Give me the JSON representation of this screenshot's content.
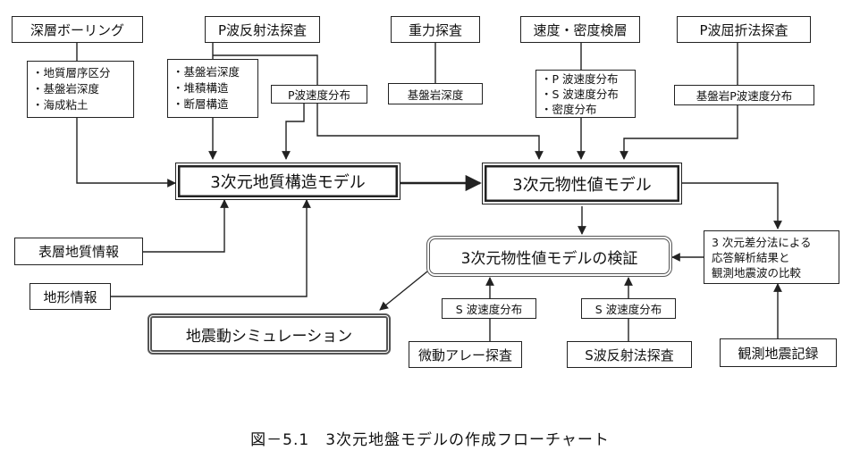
{
  "top_row": {
    "deep_boring": "深層ボーリング",
    "p_reflection": "P波反射法探査",
    "gravity": "重力探査",
    "velocity_logging": "速度・密度検層",
    "p_refraction": "P波屈折法探査"
  },
  "deep_boring_outputs": [
    "・地質層序区分",
    "・基盤岩深度",
    "・海成粘土"
  ],
  "p_reflection_outputs": [
    "・基盤岩深度",
    "・堆積構造",
    "・断層構造"
  ],
  "p_reflection_velocity": "P波速度分布",
  "gravity_output": "基盤岩深度",
  "velocity_outputs": [
    "・P 波速度分布",
    "・S 波速度分布",
    "・密度分布"
  ],
  "refraction_output": "基盤岩P波速度分布",
  "geo_model": "3次元地質構造モデル",
  "prop_model": "3次元物性値モデル",
  "verify_model": "3次元物性値モデルの検証",
  "fd_compare": [
    "3 次元差分法による",
    "応答解析結果と",
    "観測地震波の比較"
  ],
  "surface_geo": "表層地質情報",
  "terrain": "地形情報",
  "simulation": "地震動シミュレーション",
  "s_velocity_a": "S 波速度分布",
  "s_velocity_b": "S 波速度分布",
  "microtremor": "微動アレー探査",
  "s_reflection": "S波反射法探査",
  "eq_records": "観測地震記録",
  "caption": "図－5.1　3次元地盤モデルの作成フローチャート"
}
